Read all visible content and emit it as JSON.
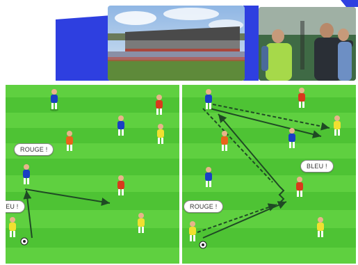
{
  "banner": {
    "accent_color": "#2e3fe0",
    "photos": [
      {
        "name": "stadium-photo"
      },
      {
        "name": "coach-photo"
      }
    ]
  },
  "drill_left": {
    "callouts": [
      "ROUGE !",
      "LEU !"
    ]
  },
  "drill_right": {
    "callouts": [
      "BLEU !",
      "ROUGE !"
    ]
  },
  "colors": {
    "grass_light": "#6fe04a",
    "grass_dark": "#4fc436",
    "team_blue": "#1a3fc4",
    "team_red": "#d9391c",
    "team_orange": "#e8641a",
    "team_yellow": "#f0e030"
  }
}
